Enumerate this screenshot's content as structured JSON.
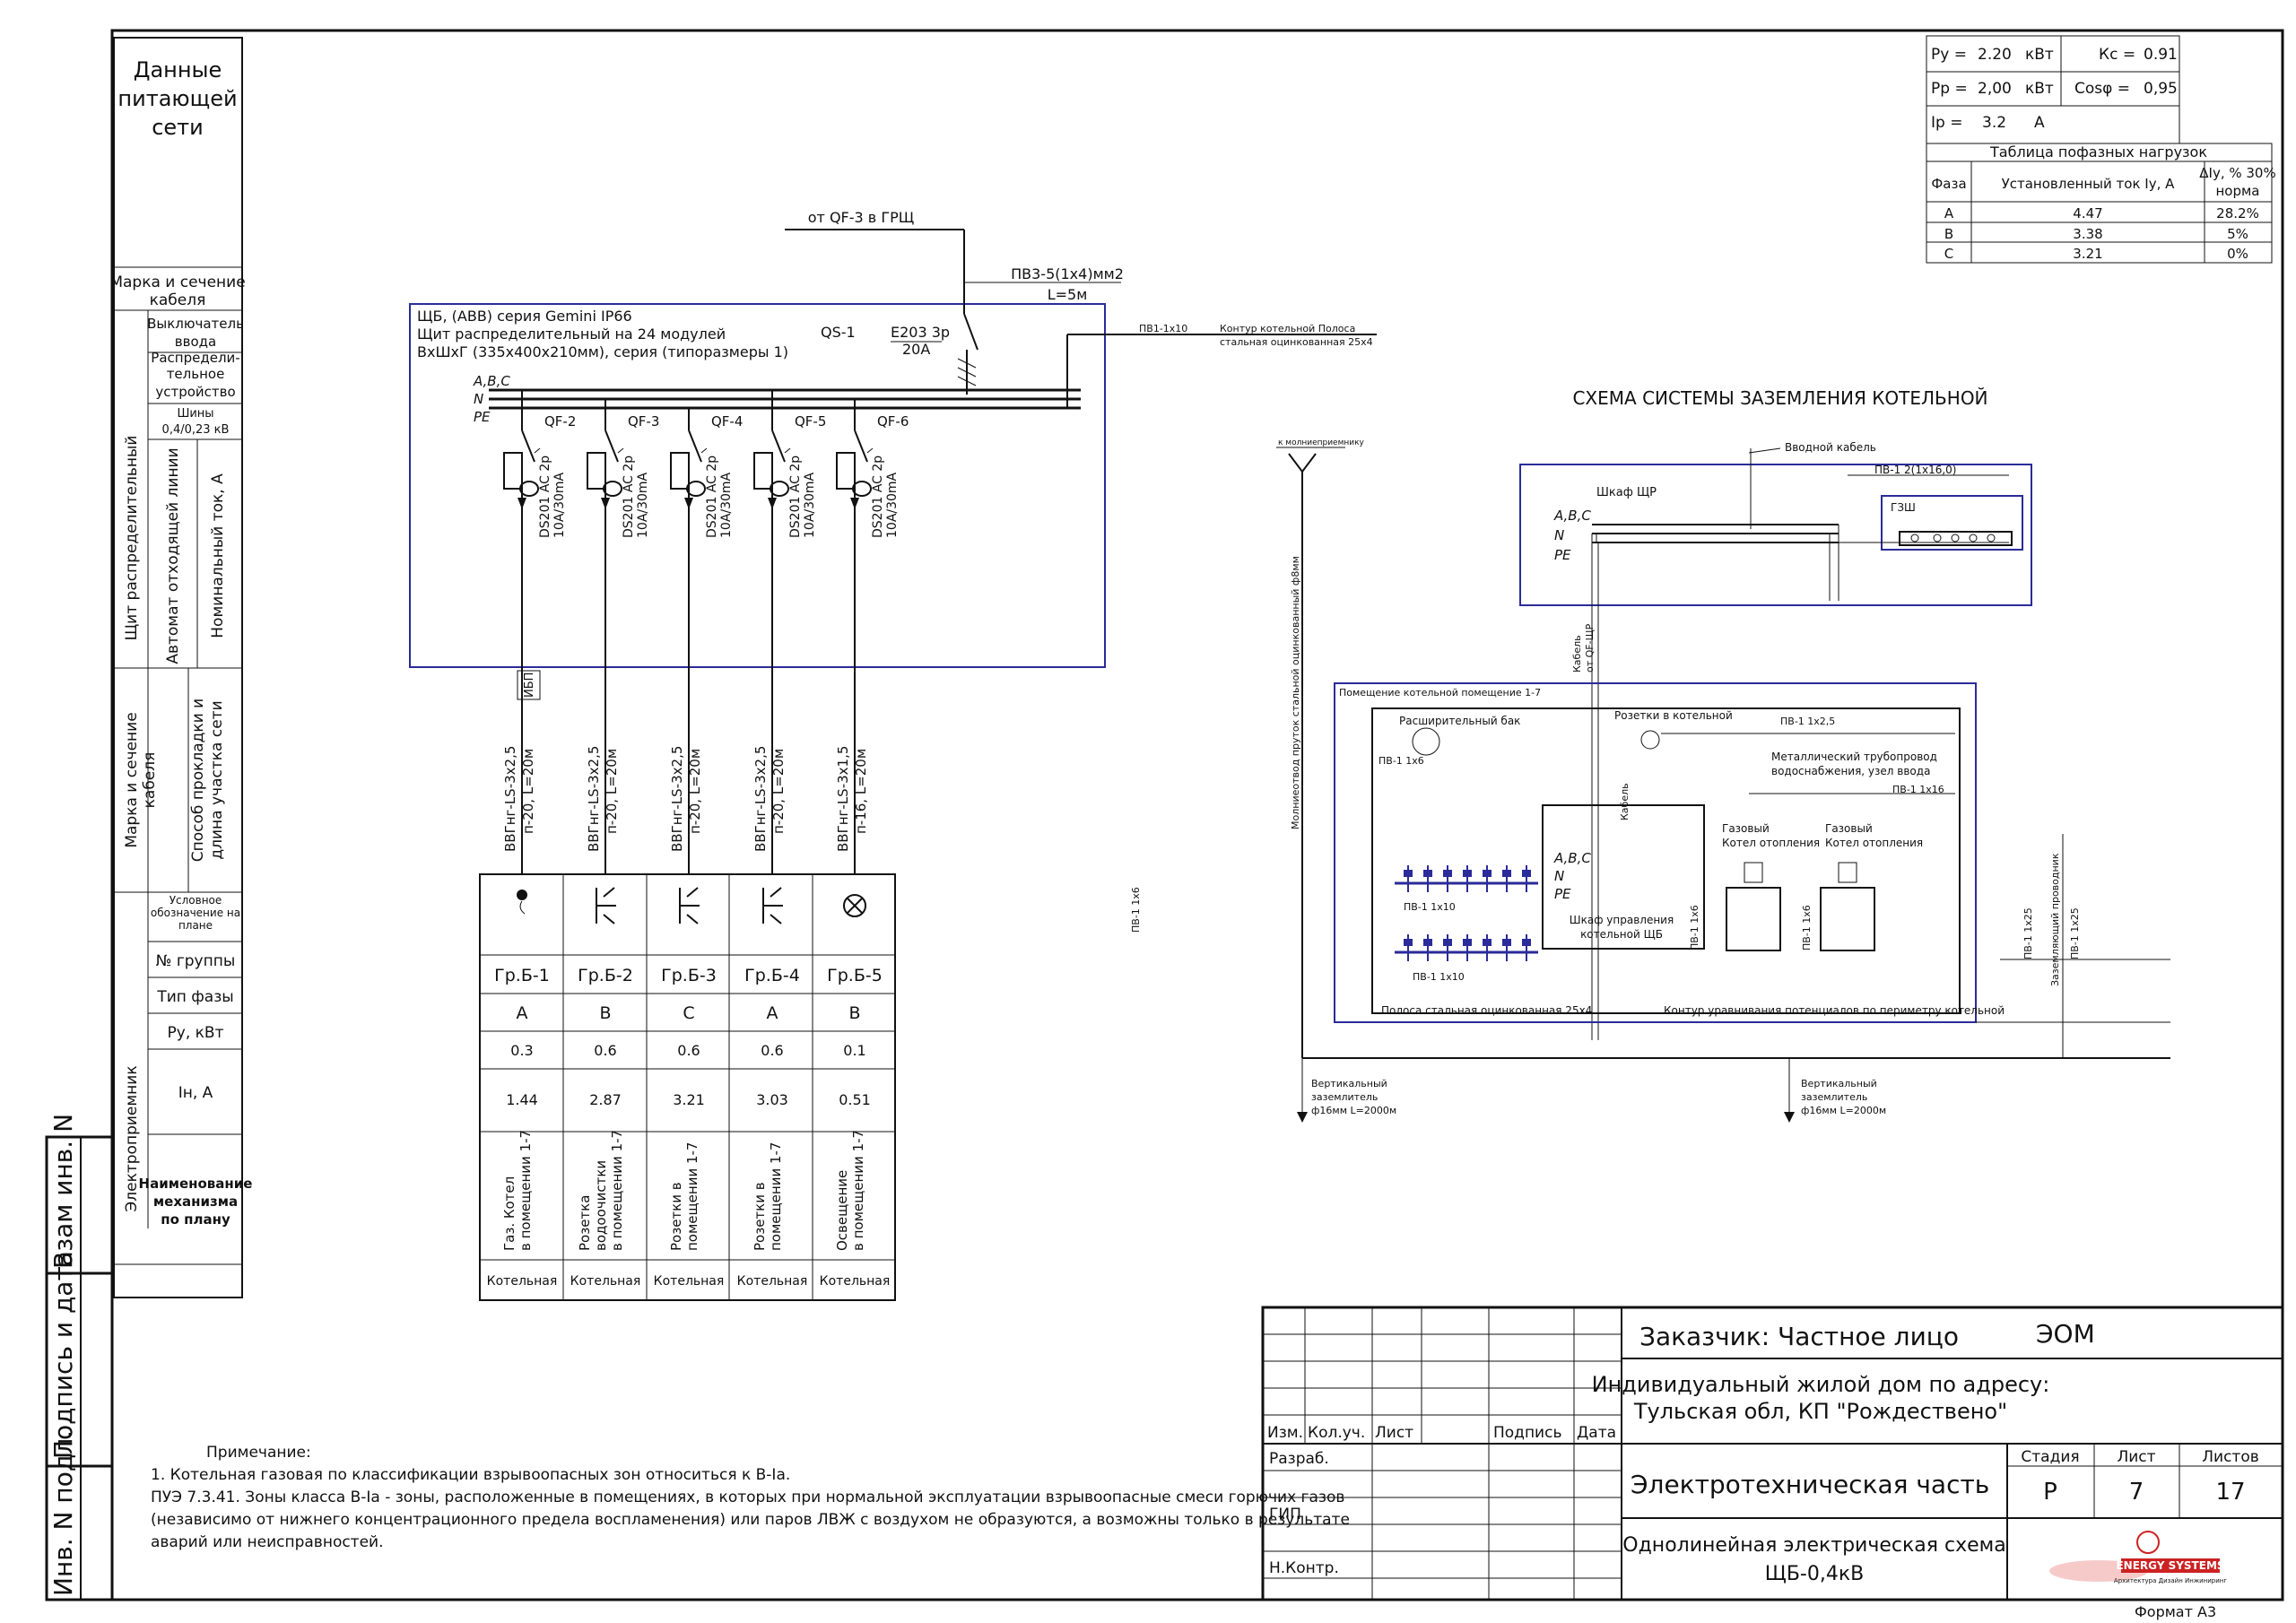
{
  "left_table": {
    "header": [
      "Данные",
      "питающей",
      "сети"
    ],
    "cable_in": [
      "Марка и сечение",
      "кабеля"
    ],
    "switch_in": [
      "Выключатель",
      "ввода"
    ],
    "dist_device": [
      "Распредели-",
      "тельное",
      "устройство"
    ],
    "bus": [
      "Шины",
      "0,4/0,23 кВ"
    ],
    "dist_board_vertical": "Щит распределительный",
    "breaker_vertical": "Автомат отходящей линии",
    "current_vertical": "Номинальный ток, А",
    "cable_out_vertical": [
      "Марка и сечение",
      "кабеля"
    ],
    "laying_vertical": [
      "Способ прокладки и",
      "длина участка сети"
    ],
    "symbol": [
      "Условное",
      "обозначение на",
      "плане"
    ],
    "group_no": "№ группы",
    "phase_type": "Тип фазы",
    "power": "Ру, кВт",
    "current": "Iн, А",
    "receiver_vertical": "Электроприемник",
    "mechanism_name": [
      "Наименование",
      "механизма",
      "по плану"
    ]
  },
  "stamp_vertical": [
    "Взам инв. N",
    "Подпись и дата",
    "Инв. N подл."
  ],
  "supply": {
    "from": "от QF-3 в ГРЩ",
    "cable": "ПВ3-5(1х4)мм2",
    "length": "L=5м"
  },
  "board": {
    "line1": "ЩБ, (ABB) серия Gemini IP66",
    "line2": "Щит распределительный на 24 модулей",
    "line3": "ВхШхГ (335х400х210мм), серия (типоразмеры 1)",
    "qs": "QS-1",
    "main_breaker": "E203 3p",
    "main_rating": "20A",
    "bus_abc": "A,B,C",
    "bus_n": "N",
    "bus_pe": "PE",
    "pe_cable": "ПВ1-1х10",
    "pe_note": [
      "Контур котельной Полоса",
      "стальная оцинкованная 25х4"
    ],
    "ibp": "ИБП"
  },
  "groups": [
    {
      "qf": "QF-2",
      "breaker": "DS201 AC 2p",
      "rating": "10A/30mA",
      "cable": "ВВГнг-LS-3х2,5",
      "laying": "п-20, L=20м",
      "group": "Гр.Б-1",
      "phase": "A",
      "power": "0.3",
      "current": "1.44",
      "name": [
        "Газ. Котел",
        "в помещении 1-7"
      ],
      "room": "Котельная"
    },
    {
      "qf": "QF-3",
      "breaker": "DS201 AC 2p",
      "rating": "10A/30mA",
      "cable": "ВВГнг-LS-3х2,5",
      "laying": "п-20, L=20м",
      "group": "Гр.Б-2",
      "phase": "B",
      "power": "0.6",
      "current": "2.87",
      "name": [
        "Розетка",
        "водоочистки",
        "в помещении 1-7"
      ],
      "room": "Котельная"
    },
    {
      "qf": "QF-4",
      "breaker": "DS201 AC 2p",
      "rating": "10A/30mA",
      "cable": "ВВГнг-LS-3х2,5",
      "laying": "п-20, L=20м",
      "group": "Гр.Б-3",
      "phase": "C",
      "power": "0.6",
      "current": "3.21",
      "name": [
        "Розетки в",
        "помещении 1-7"
      ],
      "room": "Котельная"
    },
    {
      "qf": "QF-5",
      "breaker": "DS201 AC 2p",
      "rating": "10A/30mA",
      "cable": "ВВГнг-LS-3х2,5",
      "laying": "п-20, L=20м",
      "group": "Гр.Б-4",
      "phase": "A",
      "power": "0.6",
      "current": "3.03",
      "name": [
        "Розетки в",
        "помещении 1-7"
      ],
      "room": "Котельная"
    },
    {
      "qf": "QF-6",
      "breaker": "DS201 AC 2p",
      "rating": "10A/30mA",
      "cable": "ВВГнг-LS-3х1,5",
      "laying": "п-16, L=20м",
      "group": "Гр.Б-5",
      "phase": "B",
      "power": "0.1",
      "current": "0.51",
      "name": [
        "Освещение",
        "в помещении 1-7"
      ],
      "room": "Котельная"
    }
  ],
  "loads": {
    "py_label": "Ру =",
    "py_value": "2.20",
    "py_unit": "кВт",
    "kc_label": "Кс =",
    "kc_value": "0.91",
    "pp_label": "Рр =",
    "pp_value": "2,00",
    "pp_unit": "кВт",
    "cos_label": "Cosφ =",
    "cos_value": "0,95",
    "ip_label": "Iр =",
    "ip_value": "3.2",
    "ip_unit": "А",
    "table_title": "Таблица пофазных нагрузок",
    "col_phase": "Фаза",
    "col_current": "Установленный ток Iу, А",
    "col_delta": "ΔIу, % 30%",
    "col_norm": "норма",
    "rows": [
      {
        "phase": "А",
        "current": "4.47",
        "delta": "28.2%"
      },
      {
        "phase": "В",
        "current": "3.38",
        "delta": "5%"
      },
      {
        "phase": "С",
        "current": "3.21",
        "delta": "0%"
      }
    ]
  },
  "grounding": {
    "title": "СХЕМА СИСТЕМЫ ЗАЗЕМЛЕНИЯ КОТЕЛЬНОЙ",
    "lightning": "к молниеприемнику",
    "down_conductor": "Молниеотвод пруток стальной оцинкованный ф8мм",
    "input_cable": "Вводной кабель",
    "cabinet": "Шкаф ЩР",
    "pv_16": "ПВ-1 2(1х16,0)",
    "gzsh": "ГЗШ",
    "abc": "A,B,C",
    "n": "N",
    "pe": "PE",
    "cable_from": [
      "Кабель",
      "от QF-ЩР"
    ],
    "room": "Помещение котельной помещение 1-7",
    "tank": "Расширительный бак",
    "sockets": "Розетки в котельной",
    "pv_25": "ПВ-1 1х2,5",
    "pv_6": "ПВ-1 1х6",
    "pv_10": "ПВ-1 1х10",
    "pv_16b": "ПВ-1 1х16",
    "pv_25b": "ПВ-1 1х25",
    "pipes": [
      "Металлический трубопровод",
      "водоснабжения, узел ввода"
    ],
    "cable2": "Кабель",
    "boiler1": [
      "Газовый",
      "Котел отопления"
    ],
    "boiler2": [
      "Газовый",
      "Котел отопления"
    ],
    "control_cab": [
      "Шкаф управления",
      "котельной ЩБ"
    ],
    "strip": "Полоса стальная оцинкованная 25х4",
    "contour": "Контур уравнивания потенциалов по периметру котельной",
    "ground_cond": "Заземляющий проводник",
    "rod1": [
      "Вертикальный",
      "заземлитель",
      "ф16мм L=2000м"
    ],
    "rod2": [
      "Вертикальный",
      "заземлитель",
      "ф16мм L=2000м"
    ]
  },
  "note": {
    "title": "Примечание:",
    "line1": "1.  Котельная газовая по классификации взрывоопасных зон относиться к В-Iа.",
    "line2": "ПУЭ 7.3.41. Зоны класса В-Iа - зоны, расположенные в помещениях, в которых при нормальной эксплуатации взрывоопасные смеси горючих газов",
    "line3": "(независимо от нижнего концентрационного предела воспламенения) или паров ЛВЖ с воздухом не образуются, а возможны только в результате",
    "line4": "аварий или неисправностей."
  },
  "titleblock": {
    "customer": "Заказчик: Частное лицо",
    "code": "ЭОМ",
    "object1": "Индивидуальный жилой дом по адресу:",
    "object2": "Тульская обл, КП \"Рождествено\"",
    "cols": [
      "Изм.",
      "Кол.уч.",
      "Лист",
      "",
      "Подпись",
      "Дата"
    ],
    "role1": "Разраб.",
    "role2": "ГИП",
    "role3": "Н.Контр.",
    "section": "Электротехническая часть",
    "stage_h": "Стадия",
    "sheet_h": "Лист",
    "sheets_h": "Листов",
    "stage": "Р",
    "sheet": "7",
    "sheets": "17",
    "drawing1": "Однолинейная электрическая схема",
    "drawing2": "ЩБ-0,4кВ",
    "logo": "ENERGY SYSTEMS",
    "logo_sub": "Архитектура Дизайн Инжиниринг",
    "format": "Формат А3"
  }
}
